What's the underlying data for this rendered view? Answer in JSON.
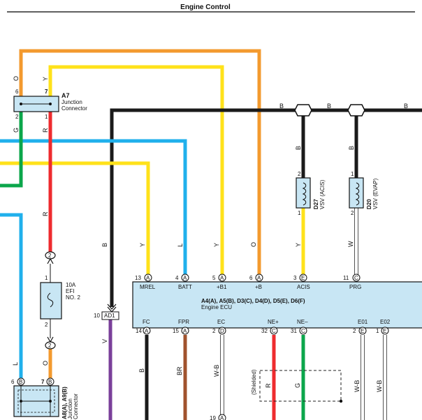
{
  "header": {
    "title": "Engine Control"
  },
  "colors": {
    "orange": "#f39a2e",
    "yellow": "#ffe21a",
    "black": "#1a1a1a",
    "blue": "#20b0ec",
    "green": "#0ba64b",
    "red": "#ee2b2e",
    "brown": "#a0522d",
    "purple": "#7a3f9a",
    "component": "#c8e6f4"
  },
  "junction_a7": {
    "id": "A7",
    "label1": "Junction",
    "label2": "Connector",
    "pin_top_left": "6",
    "pin_top_right": "7",
    "pin_bot_left": "2",
    "pin_bot_right": "1"
  },
  "wire_codes": {
    "o_top": "O",
    "y_top": "Y",
    "g_left": "G",
    "r_mid": "R",
    "r_low": "R",
    "b_bus1": "B",
    "b_bus2": "B",
    "b_bus3": "B",
    "b_vert_left": "B",
    "b_acis": "B",
    "b_prg": "B",
    "y_mrel": "Y",
    "l_batt": "L",
    "y_b1": "Y",
    "o_b": "O",
    "y_acis": "Y",
    "w_prg": "W",
    "v_purple": "V",
    "b_fc": "B",
    "br_fpr": "BR",
    "wb_ec": "W-B",
    "r_ne": "R",
    "g_ne": "G",
    "wb_e01": "W-B",
    "wb_e02": "W-B",
    "l_left": "L",
    "o_left": "O"
  },
  "vsv_acis": {
    "id": "D27",
    "name": "VSV (ACIS)",
    "pin_top": "2",
    "pin_bot": "1"
  },
  "vsv_evap": {
    "id": "D20",
    "name": "VSV (EVAP)",
    "pin_top": "1",
    "pin_bot": "2"
  },
  "fuse": {
    "rating": "10A",
    "name1": "EFI",
    "name2": "NO. 2",
    "pin_top": "1",
    "pin_bot": "2",
    "conn_top": "2",
    "conn_bot": "2"
  },
  "ecu": {
    "connectors": "A4(A), A5(B), D3(C), D4(D), D5(E), D6(F)",
    "name": "Engine ECU",
    "top_pins": [
      {
        "num": "13",
        "letter": "A",
        "name": "MREL"
      },
      {
        "num": "4",
        "letter": "A",
        "name": "BATT"
      },
      {
        "num": "5",
        "letter": "A",
        "name": "+B1"
      },
      {
        "num": "6",
        "letter": "A",
        "name": "+B"
      },
      {
        "num": "3",
        "letter": "E",
        "name": "ACIS"
      },
      {
        "num": "11",
        "letter": "C",
        "name": "PRG"
      }
    ],
    "bottom_pins": [
      {
        "num": "14",
        "letter": "A",
        "name": "FC"
      },
      {
        "num": "15",
        "letter": "A",
        "name": "FPR"
      },
      {
        "num": "2",
        "letter": "D",
        "name": "EC"
      },
      {
        "num": "32",
        "letter": "C",
        "name": "NE+"
      },
      {
        "num": "31",
        "letter": "C",
        "name": "NE–"
      },
      {
        "num": "2",
        "letter": "E",
        "name": "E01"
      },
      {
        "num": "1",
        "letter": "E",
        "name": "E02"
      }
    ]
  },
  "ad1": {
    "num": "10",
    "id": "AD1"
  },
  "junction_a8": {
    "id": "A8(A), A9(B)",
    "label1": "Junction",
    "label2": "Connector",
    "pin_left_num": "6",
    "pin_left_letter": "B",
    "pin_right_num": "7",
    "pin_right_letter": "B"
  },
  "shielded": "(Shielded)",
  "ec_bottom": {
    "num": "19",
    "letter": "A"
  }
}
